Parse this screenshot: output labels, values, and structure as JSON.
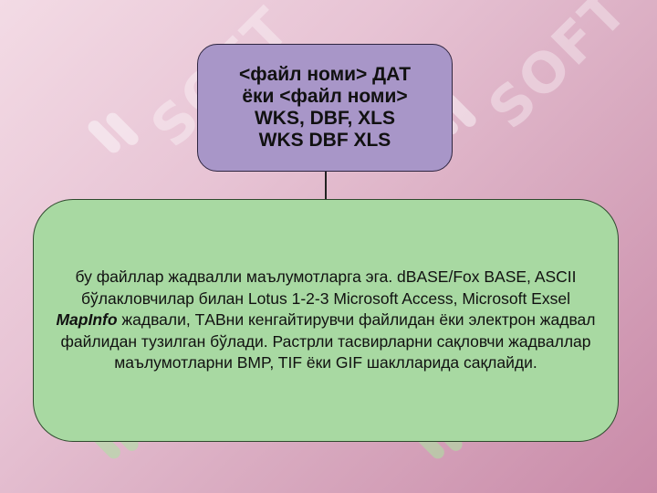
{
  "watermark": {
    "text": "SOFT",
    "mark_color_light": "#ffffff",
    "mark_color_green": "#aae6a0"
  },
  "top_box": {
    "fill": "#a896c8",
    "lines": [
      "<файл номи> ДАТ",
      "ёки <файл номи>",
      "WKS, DBF, XLS",
      "WKS DBF XLS"
    ]
  },
  "bottom_box": {
    "fill": "#a8d9a2",
    "text_before": "бу файллар жадвалли маълумотларга эга. dBASE/Fox BASE, ASCII бўлакловчилар билан Lotus 1-2-3 Microsoft Access, Microsoft Exsel ",
    "text_emphasis": "MapInfo",
    "text_after": " жадвали, TАВни кенгайтирувчи файлидан ёки электрон жадвал файлидан тузилган бўлади. Растрли тасвирларни сақловчи жадваллар маълумотларни BMP, TIF ёки GIF шаклларида сақлайди."
  }
}
